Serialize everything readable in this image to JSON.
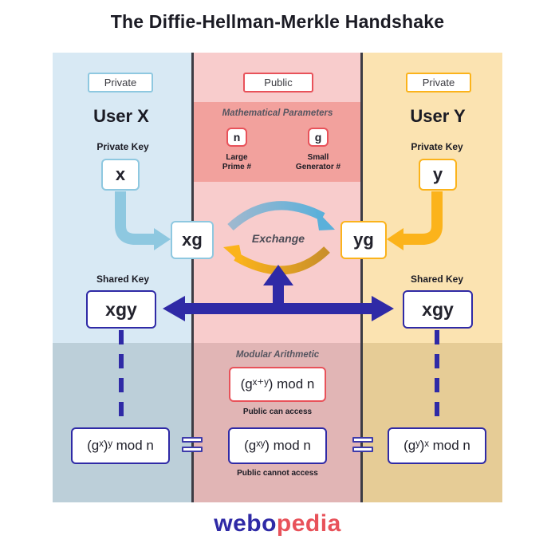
{
  "title": "The Diffie-Hellman-Merkle Handshake",
  "colors": {
    "left_panel": "#d8e9f4",
    "left_panel_bottom": "#bccfd9",
    "middle_panel": "#f8cccc",
    "middle_panel_bottom": "#e1b5b5",
    "math_params_band": "#f2a19d",
    "right_panel": "#fbe3b1",
    "right_panel_bottom": "#e6cc96",
    "user_x_accent": "#8ec8e0",
    "user_y_accent": "#fbb31b",
    "public_accent": "#e8525a",
    "navy": "#2f2aa6"
  },
  "left": {
    "tag": "Private",
    "user": "User X",
    "private_key_label": "Private Key",
    "private_key": "x",
    "public_value": "xg",
    "shared_key_label": "Shared Key",
    "shared_key": "xgy",
    "formula": "(gˣ)ʸ mod n"
  },
  "middle": {
    "tag": "Public",
    "params_title": "Mathematical Parameters",
    "param_n": "n",
    "param_n_desc": "Large Prime #",
    "param_g": "g",
    "param_g_desc": "Small Generator #",
    "exchange_label": "Exchange",
    "modular_title": "Modular Arithmetic",
    "public_formula": "(gˣ⁺ʸ) mod n",
    "public_formula_caption": "Public can access",
    "private_formula": "(gˣʸ) mod n",
    "private_formula_caption": "Public cannot access"
  },
  "right": {
    "tag": "Private",
    "user": "User Y",
    "private_key_label": "Private Key",
    "private_key": "y",
    "public_value": "yg",
    "shared_key_label": "Shared Key",
    "shared_key": "xgy",
    "formula": "(gʸ)ˣ mod n"
  },
  "logo": {
    "part1": "webo",
    "part2": "pedia"
  }
}
